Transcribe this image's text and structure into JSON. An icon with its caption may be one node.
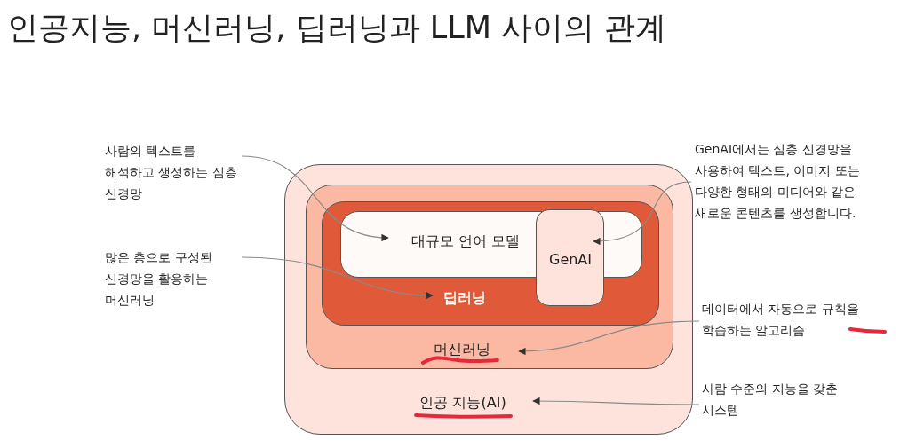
{
  "diagram": {
    "title": "인공지능, 머신러닝, 딥러닝과 LLM 사이의 관계",
    "nodes": [
      {
        "text": [
          "인공 지능(AI)"
        ]
      },
      {
        "text": [
          "머신러닝"
        ],
        "in": 0
      },
      {
        "text": [
          "딥러닝"
        ],
        "in": 1
      },
      {
        "text": [
          "대규모 언어 모델"
        ],
        "in": 2
      },
      {
        "text": [
          "GenAI"
        ],
        "in": 2
      },
      {
        "text": [
          "사람의 텍스트를 해석하고 생성하는 심층 신경망"
        ]
      },
      {
        "text": [
          "많은 층으로 구성된 신경망을 활용하는 머신러닝"
        ]
      },
      {
        "text": [
          "GenAI에서는 심층 신경망을 사용하여 텍스트, 이미지 또는 다양한 형태의 미디어와 같은 새로운 콘텐츠를 생성합니다."
        ]
      },
      {
        "text": [
          "데이터에서 자동으로 규칙을 학습하는 알고리즘"
        ]
      },
      {
        "text": [
          "사람 수준의 지능을 갖춘 시스템"
        ]
      }
    ],
    "edges": [
      {
        "from": 5,
        "to": 3,
        "arrow": "to"
      },
      {
        "from": 6,
        "to": 2,
        "arrow": "to"
      },
      {
        "from": 7,
        "to": 4,
        "arrow": "to"
      },
      {
        "from": 8,
        "to": 1,
        "arrow": "to"
      },
      {
        "from": 9,
        "to": 0,
        "arrow": "to"
      }
    ]
  }
}
